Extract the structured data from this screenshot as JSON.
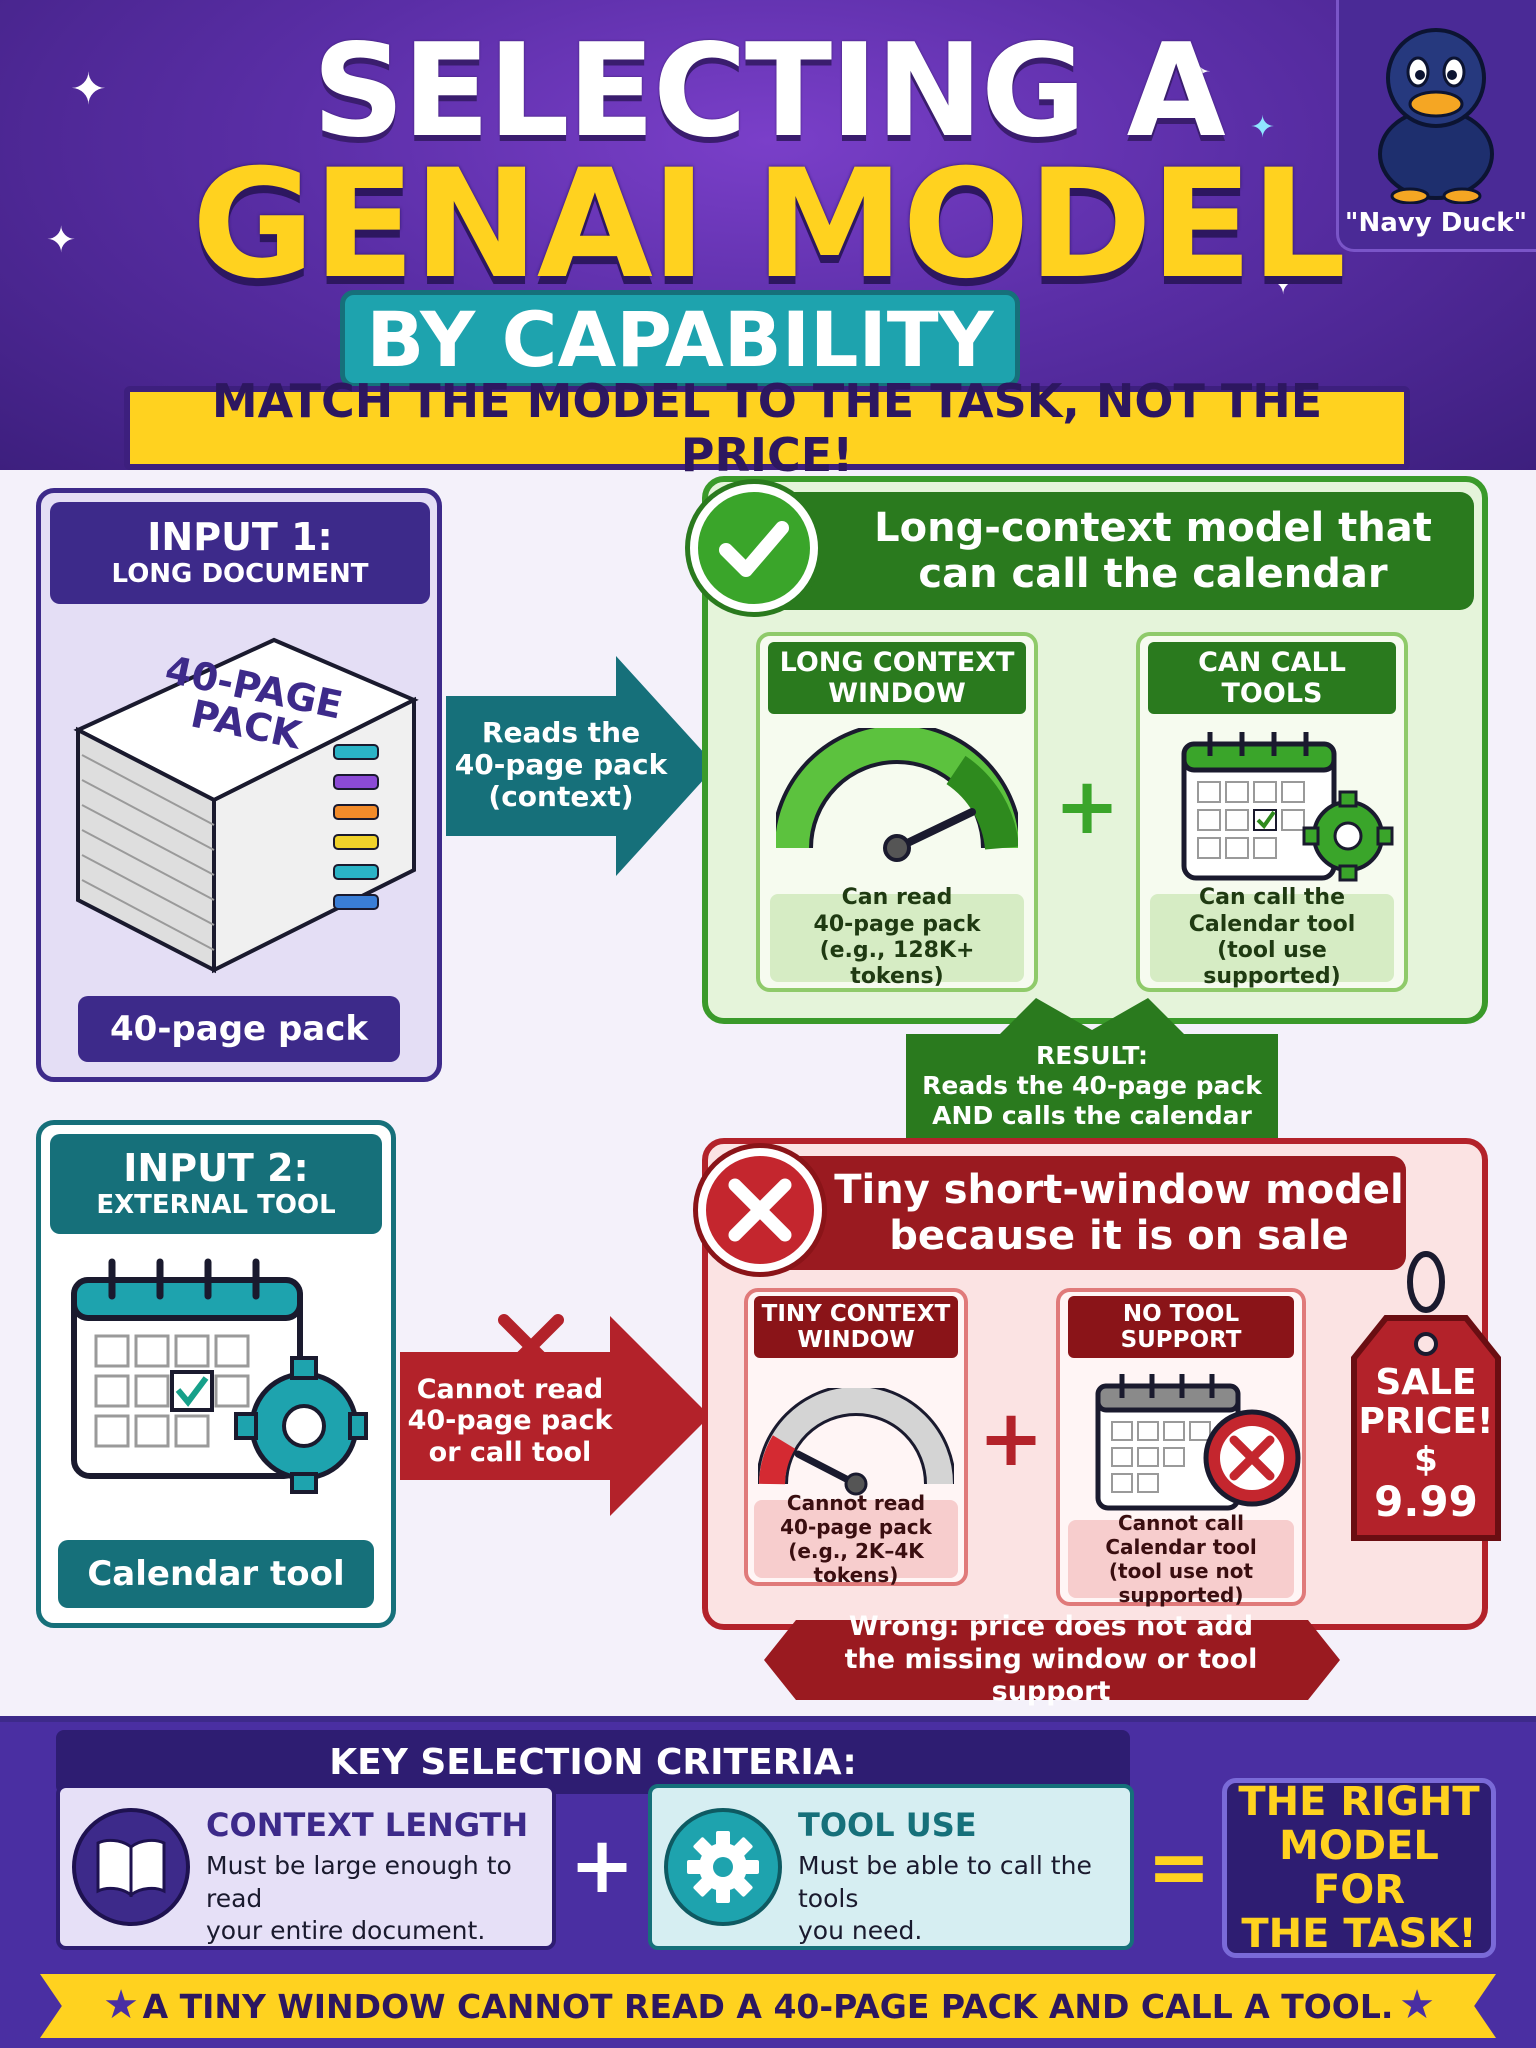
{
  "header": {
    "title_line1": "SELECTING A",
    "title_line2": "GENAI MODEL",
    "subtitle": "BY CAPABILITY",
    "tagline": "MATCH THE MODEL TO THE TASK, NOT THE PRICE!",
    "mascot_label": "\"Navy Duck\""
  },
  "input1": {
    "title": "INPUT 1:",
    "subtitle": "LONG DOCUMENT",
    "doc_label": "40-PAGE PACK",
    "pill": "40-page pack"
  },
  "input2": {
    "title": "INPUT 2:",
    "subtitle": "EXTERNAL TOOL",
    "pill": "Calendar tool"
  },
  "arrow_good": {
    "line1": "Reads the",
    "line2": "40-page pack",
    "line3": "(context)"
  },
  "arrow_bad": {
    "line1": "Cannot read",
    "line2": "40-page pack",
    "line3": "or call tool"
  },
  "good_model": {
    "line1": "Long-context model that",
    "line2": "can call the calendar",
    "card1_title1": "LONG CONTEXT",
    "card1_title2": "WINDOW",
    "card1_foot1": "Can read",
    "card1_foot2": "40-page pack",
    "card1_foot3": "(e.g., 128K+ tokens)",
    "card2_title1": "CAN CALL",
    "card2_title2": "TOOLS",
    "card2_foot1": "Can call the",
    "card2_foot2": "Calendar tool",
    "card2_foot3": "(tool use supported)",
    "plus": "+"
  },
  "result": {
    "line1": "RESULT:",
    "line2": "Reads the 40-page pack",
    "line3": "AND calls the calendar"
  },
  "bad_model": {
    "line1": "Tiny short-window model",
    "line2": "because it is on sale",
    "card1_title1": "TINY CONTEXT",
    "card1_title2": "WINDOW",
    "card1_foot1": "Cannot read",
    "card1_foot2": "40-page pack",
    "card1_foot3": "(e.g., 2K–4K tokens)",
    "card2_title1": "NO TOOL",
    "card2_title2": "SUPPORT",
    "card2_foot1": "Cannot call",
    "card2_foot2": "Calendar tool",
    "card2_foot3": "(tool use not supported)",
    "plus": "+"
  },
  "sale_tag": {
    "line1": "SALE",
    "line2": "PRICE!",
    "line3": "$",
    "line4": "9.99"
  },
  "wrong": {
    "line1": "Wrong: price does not add",
    "line2": "the missing window or tool support"
  },
  "criteria": {
    "header": "KEY SELECTION CRITERIA:",
    "c1_title": "CONTEXT LENGTH",
    "c1_desc1": "Must be large enough to read",
    "c1_desc2": "your entire document.",
    "c2_title": "TOOL USE",
    "c2_desc1": "Must be able to call the tools",
    "c2_desc2": "you need.",
    "plus": "+",
    "equals": "=",
    "result1": "THE RIGHT",
    "result2": "MODEL FOR",
    "result3": "THE TASK!"
  },
  "footer": {
    "ribbon": "A TINY WINDOW CANNOT READ A 40-PAGE PACK AND CALL A TOOL.",
    "star": "★"
  },
  "colors": {
    "purple": "#3d2a8a",
    "teal": "#16707a",
    "green": "#2a7a1e",
    "red": "#9a1a20",
    "yellow": "#ffd21f"
  }
}
